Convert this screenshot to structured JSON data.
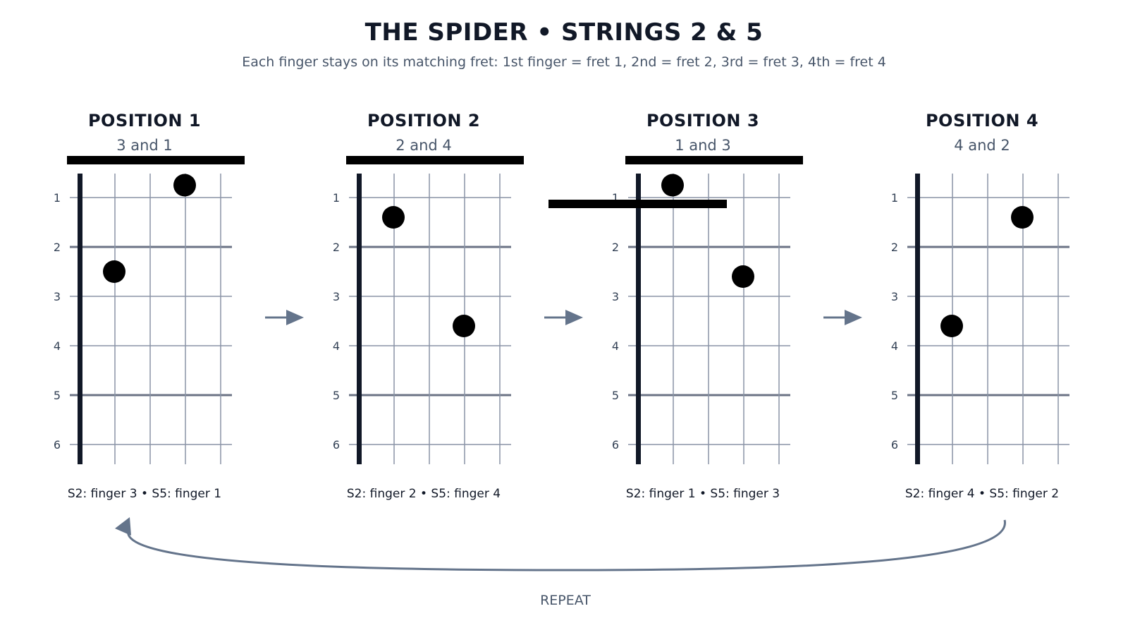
{
  "title": "THE SPIDER • STRINGS 2 & 5",
  "subtitle": "Each finger stays on its matching fret: 1st finger = fret 1, 2nd = fret 2, 3rd = fret 3, 4th = fret 4",
  "fret_labels": [
    "1",
    "2",
    "3",
    "4",
    "5",
    "6"
  ],
  "positions": [
    {
      "title": "POSITION 1",
      "fingers": "3 and 1",
      "caption": "S2: finger 3 • S5: finger 1",
      "dots": [
        {
          "string_col": 1,
          "fret": 2.5
        },
        {
          "string_col": 3,
          "fret": 0.75
        }
      ]
    },
    {
      "title": "POSITION 2",
      "fingers": "2 and 4",
      "caption": "S2: finger 2 • S5: finger 4",
      "dots": [
        {
          "string_col": 1,
          "fret": 1.4
        },
        {
          "string_col": 3,
          "fret": 3.6
        }
      ]
    },
    {
      "title": "POSITION 3",
      "fingers": "1 and 3",
      "caption": "S2: finger 1 • S5: finger 3",
      "dots": [
        {
          "string_col": 1,
          "fret": 0.75
        },
        {
          "string_col": 3,
          "fret": 2.6
        }
      ]
    },
    {
      "title": "POSITION 4",
      "fingers": "4 and 2",
      "caption": "S2: finger 4 • S5: finger 2",
      "dots": [
        {
          "string_col": 1,
          "fret": 3.6
        },
        {
          "string_col": 3,
          "fret": 1.4
        }
      ]
    }
  ],
  "repeat_label": "REPEAT",
  "colors": {
    "text_dark": "#111827",
    "text_muted": "#475569",
    "grid_line": "#8a94a6",
    "grid_line_bold": "#6b7385",
    "nut": "#111827",
    "dot": "#000000",
    "arrow": "#64748b"
  }
}
